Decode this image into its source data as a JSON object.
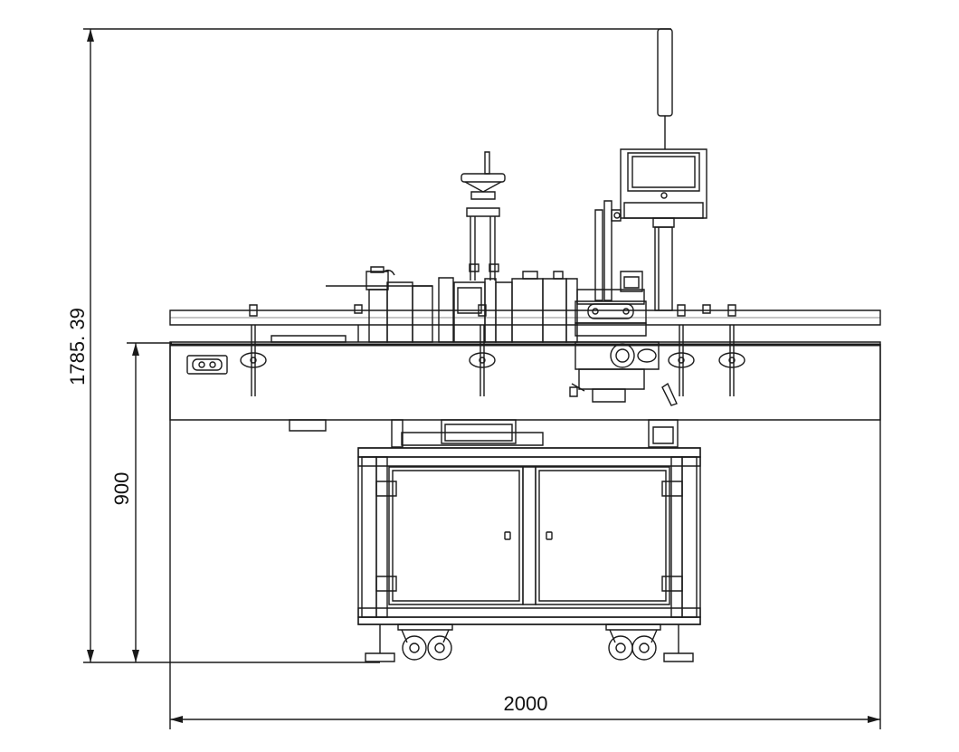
{
  "drawing": {
    "type": "engineering-front-elevation",
    "line_color": "#1a1a1a",
    "background": "#ffffff"
  },
  "dimensions": {
    "total_height": "1785. 39",
    "table_height": "900",
    "total_width": "2000"
  }
}
